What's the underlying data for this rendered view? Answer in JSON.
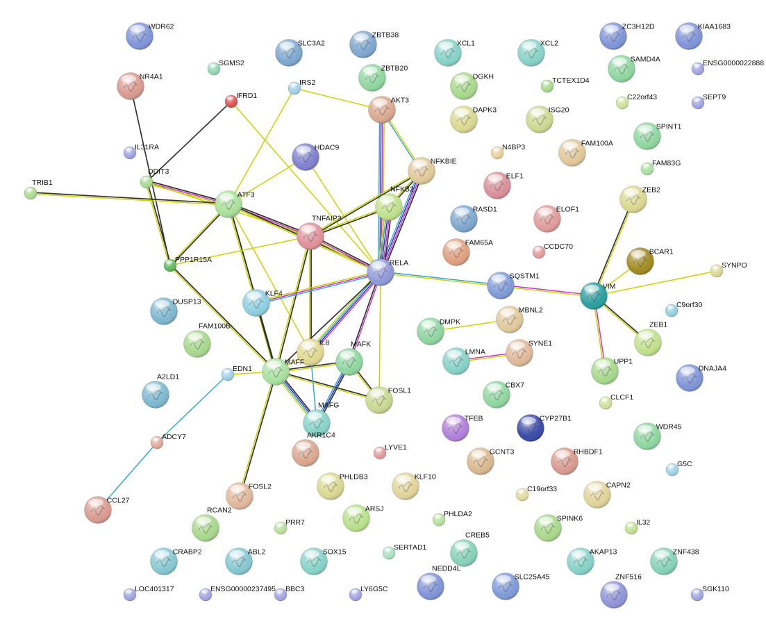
{
  "network": {
    "nodes": [
      {
        "id": "WDR62",
        "label": "WDR62",
        "color": "#7f94d8",
        "size": "large"
      },
      {
        "id": "SLC3A2",
        "label": "SLC3A2",
        "color": "#7ea7cf",
        "size": "large"
      },
      {
        "id": "ZBTB38",
        "label": "ZBTB38",
        "color": "#7ea7cf",
        "size": "large"
      },
      {
        "id": "XCL1",
        "label": "XCL1",
        "color": "#86d2c8",
        "size": "large"
      },
      {
        "id": "XCL2",
        "label": "XCL2",
        "color": "#86d2c8",
        "size": "large"
      },
      {
        "id": "ZC3H12D",
        "label": "ZC3H12D",
        "color": "#7f94d8",
        "size": "large"
      },
      {
        "id": "KIAA1683",
        "label": "KIAA1683",
        "color": "#7f94d8",
        "size": "large"
      },
      {
        "id": "SGMS2",
        "label": "SGMS2",
        "color": "#8fd6b0",
        "size": "small"
      },
      {
        "id": "NR4A1",
        "label": "NR4A1",
        "color": "#d99a8f",
        "size": "large"
      },
      {
        "id": "ZBTB20",
        "label": "ZBTB20",
        "color": "#8fd6a0",
        "size": "large"
      },
      {
        "id": "DGKH",
        "label": "DGKH",
        "color": "#a8d88c",
        "size": "large"
      },
      {
        "id": "SAMD4A",
        "label": "SAMD4A",
        "color": "#8fd6a0",
        "size": "large"
      },
      {
        "id": "ENSG0000022888",
        "label": "ENSG0000022888",
        "color": "#9fa3e0",
        "size": "small"
      },
      {
        "id": "IRS2",
        "label": "IRS2",
        "color": "#9fd0e6",
        "size": "small"
      },
      {
        "id": "TCTEX1D4",
        "label": "TCTEX1D4",
        "color": "#a8d88c",
        "size": "small"
      },
      {
        "id": "IFRD1",
        "label": "IFRD1",
        "color": "#e05050",
        "size": "small"
      },
      {
        "id": "AKT3",
        "label": "AKT3",
        "color": "#d9a88f",
        "size": "large"
      },
      {
        "id": "C22orf43",
        "label": "C22orf43",
        "color": "#cde09a",
        "size": "small"
      },
      {
        "id": "SEPT9",
        "label": "SEPT9",
        "color": "#9fa3e0",
        "size": "small"
      },
      {
        "id": "DAPK3",
        "label": "DAPK3",
        "color": "#d9d890",
        "size": "large"
      },
      {
        "id": "ISG20",
        "label": "ISG20",
        "color": "#cdd890",
        "size": "large"
      },
      {
        "id": "SPINT1",
        "label": "SPINT1",
        "color": "#8fd6a0",
        "size": "large"
      },
      {
        "id": "IL31RA",
        "label": "IL31RA",
        "color": "#9fa3e0",
        "size": "small"
      },
      {
        "id": "HDAC9",
        "label": "HDAC9",
        "color": "#7f7fd0",
        "size": "large"
      },
      {
        "id": "N4BP3",
        "label": "N4BP3",
        "color": "#e6d29a",
        "size": "small"
      },
      {
        "id": "FAM100A",
        "label": "FAM100A",
        "color": "#e0c89a",
        "size": "large"
      },
      {
        "id": "FAM83G",
        "label": "FAM83G",
        "color": "#a8e0a0",
        "size": "small"
      },
      {
        "id": "DDIT3",
        "label": "DDIT3",
        "color": "#a8d88c",
        "size": "small"
      },
      {
        "id": "NFKBIE",
        "label": "NFKBIE",
        "color": "#e0c89a",
        "size": "large"
      },
      {
        "id": "ELF1",
        "label": "ELF1",
        "color": "#d98f9a",
        "size": "large"
      },
      {
        "id": "ZEB2",
        "label": "ZEB2",
        "color": "#d9d890",
        "size": "large"
      },
      {
        "id": "TRIB1",
        "label": "TRIB1",
        "color": "#a8d88c",
        "size": "small"
      },
      {
        "id": "ATF3",
        "label": "ATF3",
        "color": "#a8e09a",
        "size": "large"
      },
      {
        "id": "NFKB2",
        "label": "NFKB2",
        "color": "#c0e08c",
        "size": "large"
      },
      {
        "id": "RASD1",
        "label": "RASD1",
        "color": "#7ea7cf",
        "size": "large"
      },
      {
        "id": "ELOF1",
        "label": "ELOF1",
        "color": "#e09a9a",
        "size": "large"
      },
      {
        "id": "TNFAIP3",
        "label": "TNFAIP3",
        "color": "#e0909a",
        "size": "large"
      },
      {
        "id": "FAM65A",
        "label": "FAM65A",
        "color": "#e0a080",
        "size": "large"
      },
      {
        "id": "CCDC70",
        "label": "CCDC70",
        "color": "#e09a9a",
        "size": "small"
      },
      {
        "id": "BCAR1",
        "label": "BCAR1",
        "color": "#a08a20",
        "size": "large"
      },
      {
        "id": "PPP1R15A",
        "label": "PPP1R15A",
        "color": "#5cb85c",
        "size": "small"
      },
      {
        "id": "RELA",
        "label": "RELA",
        "color": "#8f9ad8",
        "size": "large"
      },
      {
        "id": "SYNPO",
        "label": "SYNPO",
        "color": "#d9d890",
        "size": "small"
      },
      {
        "id": "SQSTM1",
        "label": "SQSTM1",
        "color": "#7f9ad8",
        "size": "large"
      },
      {
        "id": "VIM",
        "label": "VIM",
        "color": "#2a9e9e",
        "size": "large"
      },
      {
        "id": "KLF4",
        "label": "KLF4",
        "color": "#8fcfe0",
        "size": "large"
      },
      {
        "id": "DUSP13",
        "label": "DUSP13",
        "color": "#7eb8cf",
        "size": "large"
      },
      {
        "id": "C9orf30",
        "label": "C9orf30",
        "color": "#8fcfe0",
        "size": "small"
      },
      {
        "id": "MBNL2",
        "label": "MBNL2",
        "color": "#e0c89a",
        "size": "large"
      },
      {
        "id": "DMPK",
        "label": "DMPK",
        "color": "#8fd6a0",
        "size": "large"
      },
      {
        "id": "FAM100B",
        "label": "FAM100B",
        "color": "#a8d88c",
        "size": "large"
      },
      {
        "id": "IL8",
        "label": "IL8",
        "color": "#e0d890",
        "size": "large"
      },
      {
        "id": "SYNE1",
        "label": "SYNE1",
        "color": "#e0b89a",
        "size": "large"
      },
      {
        "id": "ZEB1",
        "label": "ZEB1",
        "color": "#c0e08c",
        "size": "large"
      },
      {
        "id": "MAFF",
        "label": "MAFF",
        "color": "#a8e0a0",
        "size": "large"
      },
      {
        "id": "MAFK",
        "label": "MAFK",
        "color": "#8fd6a0",
        "size": "large"
      },
      {
        "id": "LMNA",
        "label": "LMNA",
        "color": "#86d2c8",
        "size": "large"
      },
      {
        "id": "UPP1",
        "label": "UPP1",
        "color": "#a8d88c",
        "size": "large"
      },
      {
        "id": "DNAJA4",
        "label": "DNAJA4",
        "color": "#7f94d8",
        "size": "large"
      },
      {
        "id": "EDN1",
        "label": "EDN1",
        "color": "#9fd0e6",
        "size": "small"
      },
      {
        "id": "A2LD1",
        "label": "A2LD1",
        "color": "#7eb8cf",
        "size": "large"
      },
      {
        "id": "CBX7",
        "label": "CBX7",
        "color": "#8fd6a0",
        "size": "large"
      },
      {
        "id": "CLCF1",
        "label": "CLCF1",
        "color": "#cde09a",
        "size": "small"
      },
      {
        "id": "FOSL1",
        "label": "FOSL1",
        "color": "#c8d890",
        "size": "large"
      },
      {
        "id": "MAFG",
        "label": "MAFG",
        "color": "#86d2c8",
        "size": "large"
      },
      {
        "id": "TFEB",
        "label": "TFEB",
        "color": "#b07fd8",
        "size": "large"
      },
      {
        "id": "CYP27B1",
        "label": "CYP27B1",
        "color": "#3a4aa8",
        "size": "large"
      },
      {
        "id": "WDR45",
        "label": "WDR45",
        "color": "#8fd6a0",
        "size": "large"
      },
      {
        "id": "AKR1C4",
        "label": "AKR1C4",
        "color": "#d9a88f",
        "size": "large"
      },
      {
        "id": "ADCY7",
        "label": "ADCY7",
        "color": "#e0a898",
        "size": "small"
      },
      {
        "id": "LYVE1",
        "label": "LYVE1",
        "color": "#e09a9a",
        "size": "small"
      },
      {
        "id": "GCNT3",
        "label": "GCNT3",
        "color": "#d9b88f",
        "size": "large"
      },
      {
        "id": "RHBDF1",
        "label": "RHBDF1",
        "color": "#d99a8f",
        "size": "large"
      },
      {
        "id": "G5C",
        "label": "G5C",
        "color": "#9fd0e6",
        "size": "small"
      },
      {
        "id": "KLF10",
        "label": "KLF10",
        "color": "#e0d49a",
        "size": "large"
      },
      {
        "id": "PHLDB3",
        "label": "PHLDB3",
        "color": "#d9d890",
        "size": "large"
      },
      {
        "id": "FOSL2",
        "label": "FOSL2",
        "color": "#e0b89a",
        "size": "large"
      },
      {
        "id": "CAPN2",
        "label": "CAPN2",
        "color": "#e0d49a",
        "size": "large"
      },
      {
        "id": "CCL27",
        "label": "CCL27",
        "color": "#d99a8f",
        "size": "large"
      },
      {
        "id": "C19orf33",
        "label": "C19orf33",
        "color": "#e0d89a",
        "size": "small"
      },
      {
        "id": "RCAN2",
        "label": "RCAN2",
        "color": "#a8d88c",
        "size": "large"
      },
      {
        "id": "ARSJ",
        "label": "ARSJ",
        "color": "#b8e08c",
        "size": "large"
      },
      {
        "id": "PHLDA2",
        "label": "PHLDA2",
        "color": "#b8e09a",
        "size": "small"
      },
      {
        "id": "SPINK6",
        "label": "SPINK6",
        "color": "#a8d88c",
        "size": "large"
      },
      {
        "id": "IL32",
        "label": "IL32",
        "color": "#c0e08c",
        "size": "small"
      },
      {
        "id": "PRR7",
        "label": "PRR7",
        "color": "#b8e09a",
        "size": "small"
      },
      {
        "id": "CREB5",
        "label": "CREB5",
        "color": "#86d2b8",
        "size": "large"
      },
      {
        "id": "SERTAD1",
        "label": "SERTAD1",
        "color": "#a8e0c0",
        "size": "small"
      },
      {
        "id": "CRABP2",
        "label": "CRABP2",
        "color": "#86c8d2",
        "size": "large"
      },
      {
        "id": "ABL2",
        "label": "ABL2",
        "color": "#86c8d2",
        "size": "large"
      },
      {
        "id": "SOX15",
        "label": "SOX15",
        "color": "#86d2c8",
        "size": "large"
      },
      {
        "id": "AKAP13",
        "label": "AKAP13",
        "color": "#86d2c8",
        "size": "large"
      },
      {
        "id": "ZNF438",
        "label": "ZNF438",
        "color": "#86d2b8",
        "size": "large"
      },
      {
        "id": "NEDD4L",
        "label": "NEDD4L",
        "color": "#7f94d8",
        "size": "large"
      },
      {
        "id": "SLC25A45",
        "label": "SLC25A45",
        "color": "#7f9ad8",
        "size": "large"
      },
      {
        "id": "ZNF516",
        "label": "ZNF516",
        "color": "#8f94d8",
        "size": "large"
      },
      {
        "id": "LOC401317",
        "label": "LOC401317",
        "color": "#9fa3e0",
        "size": "small"
      },
      {
        "id": "ENSG00000237495",
        "label": "ENSG00000237495",
        "color": "#9fa3e0",
        "size": "small"
      },
      {
        "id": "BBC3",
        "label": "BBC3",
        "color": "#9fa3e0",
        "size": "small"
      },
      {
        "id": "LY6G5C",
        "label": "LY6G5C",
        "color": "#9fa3e0",
        "size": "small"
      },
      {
        "id": "SGK110",
        "label": "SGK110",
        "color": "#9fa3e0",
        "size": "small"
      }
    ],
    "edges": [
      {
        "source": "NR4A1",
        "target": "PPP1R15A",
        "colors": [
          "#333333"
        ]
      },
      {
        "source": "IFRD1",
        "target": "DDIT3",
        "colors": [
          "#333333"
        ]
      },
      {
        "source": "IFRD1",
        "target": "RELA",
        "colors": [
          "#c8d400"
        ]
      },
      {
        "source": "IRS2",
        "target": "ATF3",
        "colors": [
          "#c8d400"
        ]
      },
      {
        "source": "IRS2",
        "target": "AKT3",
        "colors": [
          "#c8d400"
        ]
      },
      {
        "source": "AKT3",
        "target": "RELA",
        "colors": [
          "#c8d400",
          "#cc33cc",
          "#3333cc",
          "#33aacc"
        ]
      },
      {
        "source": "AKT3",
        "target": "NFKBIE",
        "colors": [
          "#c8d400",
          "#33aacc"
        ]
      },
      {
        "source": "HDAC9",
        "target": "ATF3",
        "colors": [
          "#c8d400"
        ]
      },
      {
        "source": "HDAC9",
        "target": "RELA",
        "colors": [
          "#c8d400"
        ]
      },
      {
        "source": "DDIT3",
        "target": "ATF3",
        "colors": [
          "#333333",
          "#cc33cc",
          "#c8d400"
        ]
      },
      {
        "source": "DDIT3",
        "target": "PPP1R15A",
        "colors": [
          "#333333",
          "#c8d400"
        ]
      },
      {
        "source": "DDIT3",
        "target": "TNFAIP3",
        "colors": [
          "#c8d400"
        ]
      },
      {
        "source": "TRIB1",
        "target": "ATF3",
        "colors": [
          "#333333",
          "#c8d400"
        ]
      },
      {
        "source": "ATF3",
        "target": "TNFAIP3",
        "colors": [
          "#333333",
          "#cc33cc",
          "#c8d400"
        ]
      },
      {
        "source": "ATF3",
        "target": "RELA",
        "colors": [
          "#333333",
          "#c8d400"
        ]
      },
      {
        "source": "ATF3",
        "target": "PPP1R15A",
        "colors": [
          "#333333",
          "#c8d400"
        ]
      },
      {
        "source": "ATF3",
        "target": "KLF4",
        "colors": [
          "#333333",
          "#c8d400"
        ]
      },
      {
        "source": "ATF3",
        "target": "MAFF",
        "colors": [
          "#333333",
          "#c8d400"
        ]
      },
      {
        "source": "ATF3",
        "target": "IL8",
        "colors": [
          "#c8d400"
        ]
      },
      {
        "source": "NFKBIE",
        "target": "RELA",
        "colors": [
          "#333333",
          "#cc33cc",
          "#3333cc",
          "#33aacc"
        ]
      },
      {
        "source": "NFKBIE",
        "target": "NFKB2",
        "colors": [
          "#333333",
          "#c8d400"
        ]
      },
      {
        "source": "NFKBIE",
        "target": "TNFAIP3",
        "colors": [
          "#333333",
          "#c8d400"
        ]
      },
      {
        "source": "NFKB2",
        "target": "RELA",
        "colors": [
          "#333333",
          "#cc33cc",
          "#3333cc",
          "#33aacc",
          "#c8d400"
        ]
      },
      {
        "source": "NFKB2",
        "target": "TNFAIP3",
        "colors": [
          "#333333",
          "#c8d400"
        ]
      },
      {
        "source": "TNFAIP3",
        "target": "RELA",
        "colors": [
          "#333333",
          "#cc33cc",
          "#c8d400"
        ]
      },
      {
        "source": "TNFAIP3",
        "target": "PPP1R15A",
        "colors": [
          "#c8d400"
        ]
      },
      {
        "source": "TNFAIP3",
        "target": "MAFF",
        "colors": [
          "#333333",
          "#c8d400"
        ]
      },
      {
        "source": "TNFAIP3",
        "target": "IL8",
        "colors": [
          "#333333",
          "#c8d400"
        ]
      },
      {
        "source": "RELA",
        "target": "KLF4",
        "colors": [
          "#33aacc",
          "#cc33cc",
          "#c8d400"
        ]
      },
      {
        "source": "RELA",
        "target": "SQSTM1",
        "colors": [
          "#33aacc",
          "#c8d400"
        ]
      },
      {
        "source": "RELA",
        "target": "IL8",
        "colors": [
          "#cc33cc",
          "#3333cc",
          "#33aacc",
          "#c8d400"
        ]
      },
      {
        "source": "RELA",
        "target": "MAFK",
        "colors": [
          "#cc33cc",
          "#333333"
        ]
      },
      {
        "source": "RELA",
        "target": "FOSL1",
        "colors": [
          "#c8d400"
        ]
      },
      {
        "source": "RELA",
        "target": "MAFF",
        "colors": [
          "#333333"
        ]
      },
      {
        "source": "SQSTM1",
        "target": "VIM",
        "colors": [
          "#cc33cc",
          "#c8d400"
        ]
      },
      {
        "source": "VIM",
        "target": "ZEB2",
        "colors": [
          "#333333",
          "#c8d400"
        ]
      },
      {
        "source": "VIM",
        "target": "BCAR1",
        "colors": [
          "#c8d400"
        ]
      },
      {
        "source": "VIM",
        "target": "SYNPO",
        "colors": [
          "#c8d400"
        ]
      },
      {
        "source": "VIM",
        "target": "ZEB1",
        "colors": [
          "#333333",
          "#c8d400"
        ]
      },
      {
        "source": "VIM",
        "target": "UPP1",
        "colors": [
          "#cc33cc",
          "#c8d400"
        ]
      },
      {
        "source": "PPP1R15A",
        "target": "MAFF",
        "colors": [
          "#333333",
          "#c8d400"
        ]
      },
      {
        "source": "KLF4",
        "target": "MAFF",
        "colors": [
          "#333333"
        ]
      },
      {
        "source": "MAFF",
        "target": "MAFK",
        "colors": [
          "#333333",
          "#c8d400"
        ]
      },
      {
        "source": "MAFF",
        "target": "MAFG",
        "colors": [
          "#333333",
          "#3333cc",
          "#33aacc",
          "#c8d400"
        ]
      },
      {
        "source": "MAFF",
        "target": "FOSL1",
        "colors": [
          "#333333",
          "#c8d400"
        ]
      },
      {
        "source": "MAFF",
        "target": "IL8",
        "colors": [
          "#c8d400"
        ]
      },
      {
        "source": "MAFF",
        "target": "EDN1",
        "colors": [
          "#c8d400"
        ]
      },
      {
        "source": "MAFF",
        "target": "FOSL2",
        "colors": [
          "#333333",
          "#c8d400"
        ]
      },
      {
        "source": "MAFK",
        "target": "MAFG",
        "colors": [
          "#333333",
          "#3333cc",
          "#33aacc"
        ]
      },
      {
        "source": "MAFK",
        "target": "FOSL1",
        "colors": [
          "#333333",
          "#c8d400"
        ]
      },
      {
        "source": "IL8",
        "target": "MAFG",
        "colors": [
          "#33aacc"
        ]
      },
      {
        "source": "EDN1",
        "target": "ADCY7",
        "colors": [
          "#33aacc"
        ]
      },
      {
        "source": "ADCY7",
        "target": "CCL27",
        "colors": [
          "#33aacc"
        ]
      },
      {
        "source": "DMPK",
        "target": "MBNL2",
        "colors": [
          "#c8d400"
        ]
      },
      {
        "source": "LMNA",
        "target": "SYNE1",
        "colors": [
          "#cc33cc",
          "#c8d400"
        ]
      }
    ]
  }
}
